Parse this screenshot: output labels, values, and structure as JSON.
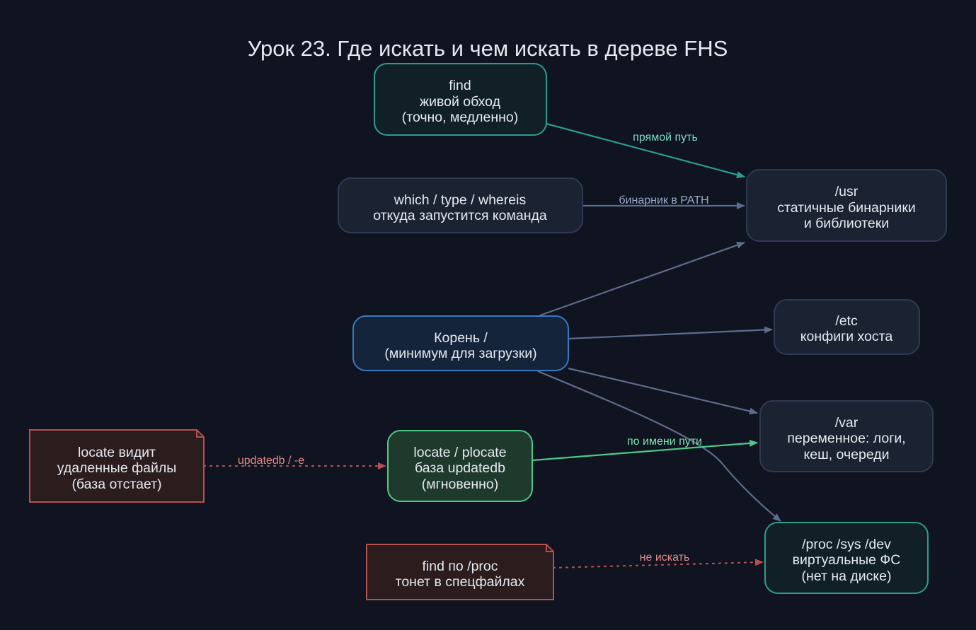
{
  "title": "Урок 23. Где искать и чем искать в дереве FHS",
  "colors": {
    "background": "#0f1420",
    "text": "#e6e9f0",
    "edge_default": "#5d6b8c",
    "edge_teal": "#2a9d8f",
    "edge_green": "#4fc98a",
    "edge_red": "#b5504f",
    "label_teal": "#7fd6c9",
    "label_default": "#9aa7c6",
    "label_green": "#7fe3b0",
    "label_red": "#e08a88"
  },
  "nodes": {
    "find": {
      "lines": [
        "find",
        "живой обход",
        "(точно, медленно)"
      ]
    },
    "which": {
      "lines": [
        "which / type / whereis",
        "откуда запустится команда"
      ]
    },
    "usr": {
      "lines": [
        "/usr",
        "статичные бинарники",
        "и библиотеки"
      ]
    },
    "root": {
      "lines": [
        "Корень /",
        "(минимум для загрузки)"
      ]
    },
    "etc": {
      "lines": [
        "/etc",
        "конфиги хоста"
      ]
    },
    "var": {
      "lines": [
        "/var",
        "переменное: логи,",
        "кеш, очереди"
      ]
    },
    "locate": {
      "lines": [
        "locate / plocate",
        "база updatedb",
        "(мгновенно)"
      ]
    },
    "locate_note": {
      "lines": [
        "locate видит",
        "удаленные файлы",
        "(база отстает)"
      ]
    },
    "proc": {
      "lines": [
        "/proc /sys /dev",
        "виртуальные ФС",
        "(нет на диске)"
      ]
    },
    "find_proc_note": {
      "lines": [
        "find по /proc",
        "тонет в спецфайлах"
      ]
    }
  },
  "edges": {
    "find_usr": {
      "label": "прямой путь"
    },
    "which_usr": {
      "label": "бинарник в PATH"
    },
    "root_usr": {
      "label": ""
    },
    "root_etc": {
      "label": ""
    },
    "root_var": {
      "label": ""
    },
    "root_proc": {
      "label": ""
    },
    "locate_var": {
      "label": "по имени пути"
    },
    "note_locate": {
      "label": "updatedb / -e"
    },
    "note_proc": {
      "label": "не искать"
    }
  }
}
